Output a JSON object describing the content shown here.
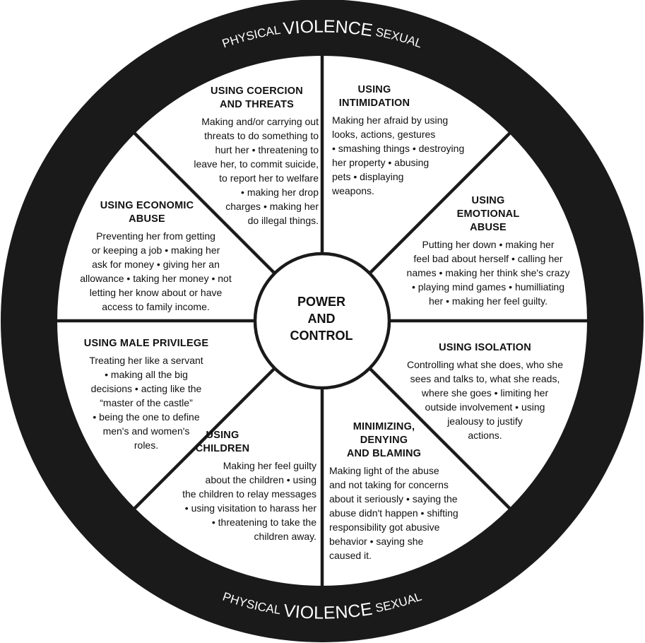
{
  "rim": {
    "top": {
      "left": "PHYSICAL",
      "center": "VIOLENCE",
      "right": "SEXUAL"
    },
    "bottom": {
      "left": "PHYSICAL",
      "center": "VIOLENCE",
      "right": "SEXUAL"
    }
  },
  "center": {
    "line1": "POWER",
    "line2": "AND",
    "line3": "CONTROL"
  },
  "sectors": {
    "coercion": {
      "title": [
        "USING COERCION",
        "AND THREATS"
      ],
      "body": [
        "Making and/or carrying out",
        "threats to do something to",
        "hurt her • threatening to",
        "leave her, to commit suicide,",
        "to report her to welfare",
        "• making her drop",
        "charges • making her",
        "do illegal things."
      ]
    },
    "intimidation": {
      "title": [
        "USING",
        "INTIMIDATION"
      ],
      "body": [
        "Making her afraid by using",
        "looks, actions, gestures",
        "• smashing things • destroying",
        "her property • abusing",
        "pets • displaying",
        "weapons."
      ]
    },
    "emotional": {
      "title": [
        "USING",
        "EMOTIONAL",
        "ABUSE"
      ],
      "body": [
        "Putting her down • making her",
        "feel bad about herself • calling her",
        "names • making her think she's crazy",
        "• playing mind games • humilliating",
        "her • making her feel guilty."
      ]
    },
    "isolation": {
      "title": [
        "USING ISOLATION"
      ],
      "body": [
        "Controlling what she does, who she",
        "sees and talks to, what she reads,",
        "where she goes • limiting her",
        "outside involvement • using",
        "jealousy to justify",
        "actions."
      ]
    },
    "minimizing": {
      "title": [
        "MINIMIZING,",
        "DENYING",
        "AND BLAMING"
      ],
      "body": [
        "Making light of the abuse",
        "and not taking for concerns",
        "about it seriously • saying the",
        "abuse didn't happen • shifting",
        "responsibility got abusive",
        "behavior • saying she",
        "caused it."
      ]
    },
    "children": {
      "title": [
        "USING",
        "CHILDREN"
      ],
      "body": [
        "Making her feel guilty",
        "about the children • using",
        "the children to relay messages",
        "• using visitation to harass her",
        "• threatening to take the",
        "children away."
      ]
    },
    "privilege": {
      "title": [
        "USING MALE PRIVILEGE"
      ],
      "body": [
        "Treating her like a servant",
        "• making all the big",
        "decisions • acting like the",
        "“master of the castle”",
        "• being the one to define",
        "men's and women's",
        "roles."
      ]
    },
    "economic": {
      "title": [
        "USING ECONOMIC",
        "ABUSE"
      ],
      "body": [
        "Preventing her from getting",
        "or keeping a job • making her",
        "ask for money • giving her an",
        "allowance • taking her money • not",
        "letting her know about or have",
        "access to family income."
      ]
    }
  }
}
